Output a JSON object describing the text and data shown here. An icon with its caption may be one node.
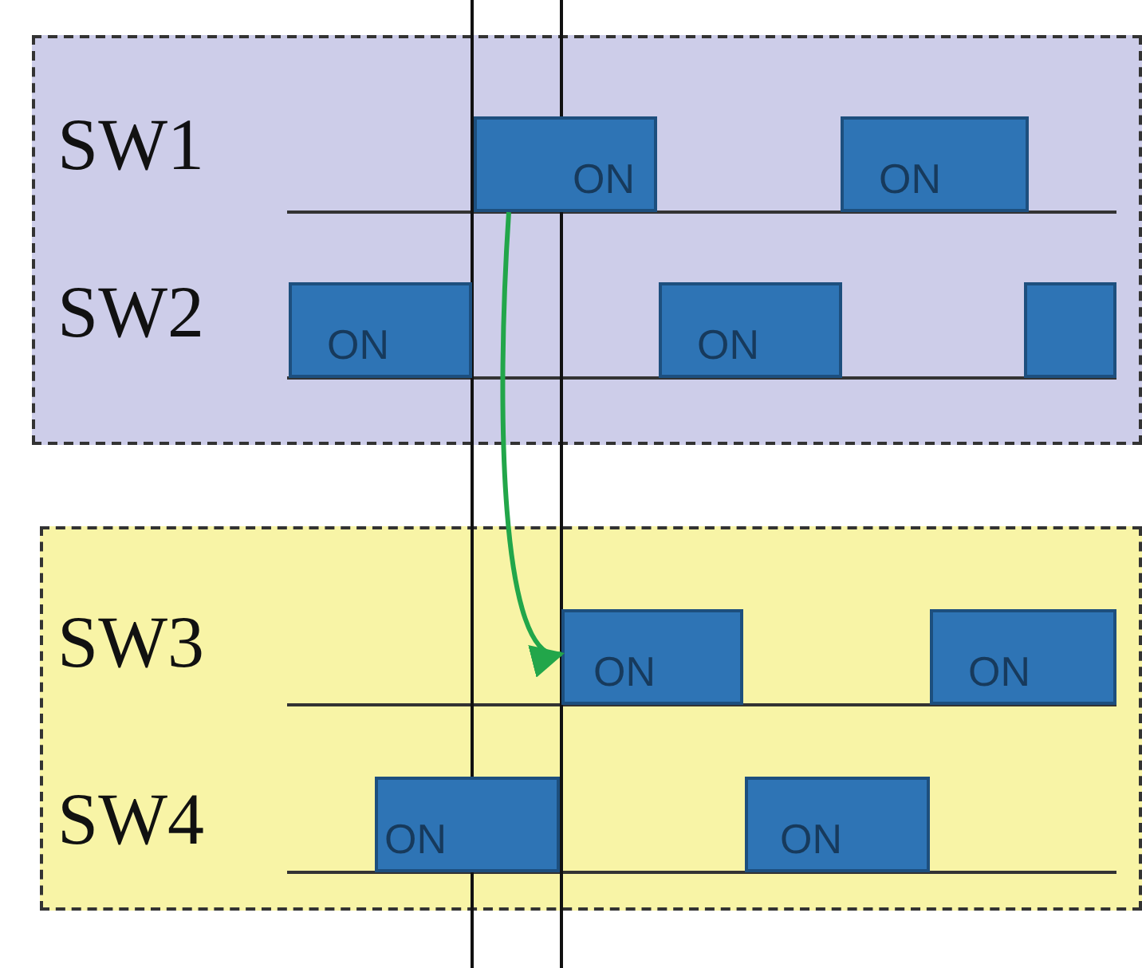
{
  "diagram": {
    "nodes": [
      {
        "text": [
          "ON"
        ]
      },
      {
        "text": [
          "ON"
        ]
      },
      {
        "text": [
          "ON"
        ]
      },
      {
        "text": [
          "ON"
        ]
      },
      {
        "text": [],
        "shape": "box"
      },
      {
        "text": [
          "ON"
        ]
      },
      {
        "text": [
          "ON"
        ]
      },
      {
        "text": [
          "ON"
        ]
      },
      {
        "text": [
          "ON"
        ]
      }
    ],
    "edges": [
      {
        "from": 0,
        "to": 5,
        "arrow": "to",
        "color": "#22a64a"
      }
    ],
    "labels": [
      "SW1",
      "SW2",
      "SW3",
      "SW4"
    ]
  }
}
